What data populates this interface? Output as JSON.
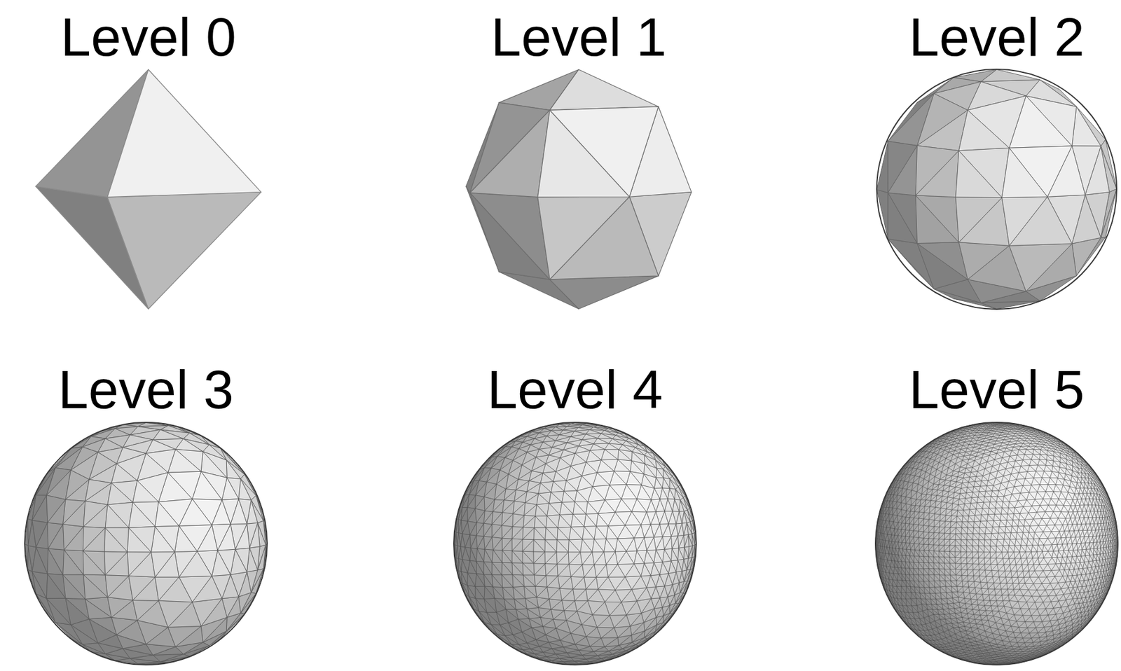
{
  "diagram": {
    "labels": [
      "Level 0",
      "Level 1",
      "Level 2",
      "Level 3",
      "Level 4",
      "Level 5"
    ]
  }
}
